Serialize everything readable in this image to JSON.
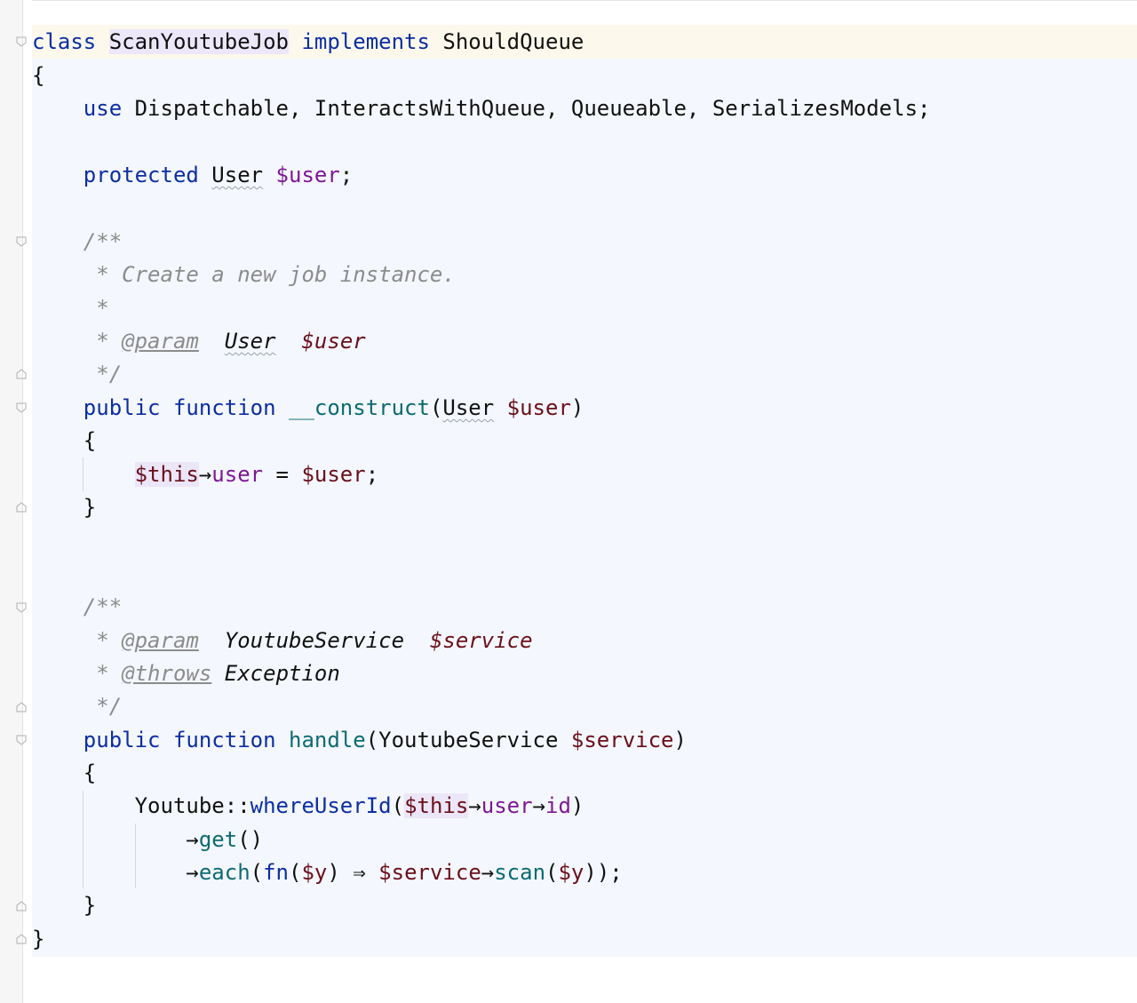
{
  "gutter": {
    "fold_icons": [
      "fold-start-icon",
      "fold-start-icon",
      "fold-end-icon",
      "fold-start-icon",
      "fold-end-icon",
      "fold-start-icon",
      "fold-end-icon",
      "fold-start-icon",
      "fold-end-icon",
      "fold-end-icon"
    ]
  },
  "code": {
    "l1": {
      "kw_class": "class",
      "class_name": "ScanYoutubeJob",
      "kw_implements": "implements",
      "interface": "ShouldQueue"
    },
    "l2": {
      "brace": "{"
    },
    "l3": {
      "kw_use": "use",
      "traits": "Dispatchable, InteractsWithQueue, Queueable, SerializesModels;"
    },
    "l4": {
      "kw_protected": "protected",
      "type": "User",
      "var": "$user",
      "semi": ";"
    },
    "l5": {
      "doc_open": "/**"
    },
    "l6": {
      "text": "* Create a new job instance."
    },
    "l7": {
      "star": "*"
    },
    "l8": {
      "star": "*",
      "tag": "@param",
      "type": "User",
      "var": "$user"
    },
    "l9": {
      "doc_close": "*/"
    },
    "l10": {
      "kw_public": "public",
      "kw_function": "function",
      "fn_name": "__construct",
      "paren_open": "(",
      "type": "User",
      "var": "$user",
      "paren_close": ")"
    },
    "l11": {
      "brace": "{"
    },
    "l12": {
      "this": "$this",
      "arrow": "→",
      "prop": "user",
      "assign": " = ",
      "var": "$user",
      "semi": ";"
    },
    "l13": {
      "brace": "}"
    },
    "l14": {
      "doc_open": "/**"
    },
    "l15": {
      "star": "*",
      "tag": "@param",
      "type": "YoutubeService",
      "var": "$service"
    },
    "l16": {
      "star": "*",
      "tag": "@throws",
      "type": "Exception"
    },
    "l17": {
      "doc_close": "*/"
    },
    "l18": {
      "kw_public": "public",
      "kw_function": "function",
      "fn_name": "handle",
      "paren_open": "(",
      "type": "YoutubeService",
      "var": "$service",
      "paren_close": ")"
    },
    "l19": {
      "brace": "{"
    },
    "l20": {
      "cls": "Youtube",
      "dcolon": "::",
      "method": "whereUserId",
      "paren_open": "(",
      "this": "$this",
      "arrow1": "→",
      "prop1": "user",
      "arrow2": "→",
      "prop2": "id",
      "paren_close": ")"
    },
    "l21": {
      "arrow": "→",
      "method": "get",
      "parens": "()"
    },
    "l22": {
      "arrow": "→",
      "method": "each",
      "p1": "(",
      "kw_fn": "fn",
      "p2": "(",
      "var": "$y",
      "p3": ")",
      "darrow": " ⇒ ",
      "svc": "$service",
      "arrow2": "→",
      "method2": "scan",
      "p4": "(",
      "var2": "$y",
      "p5": "));"
    },
    "l23": {
      "brace": "}"
    },
    "l24": {
      "brace": "}"
    }
  }
}
